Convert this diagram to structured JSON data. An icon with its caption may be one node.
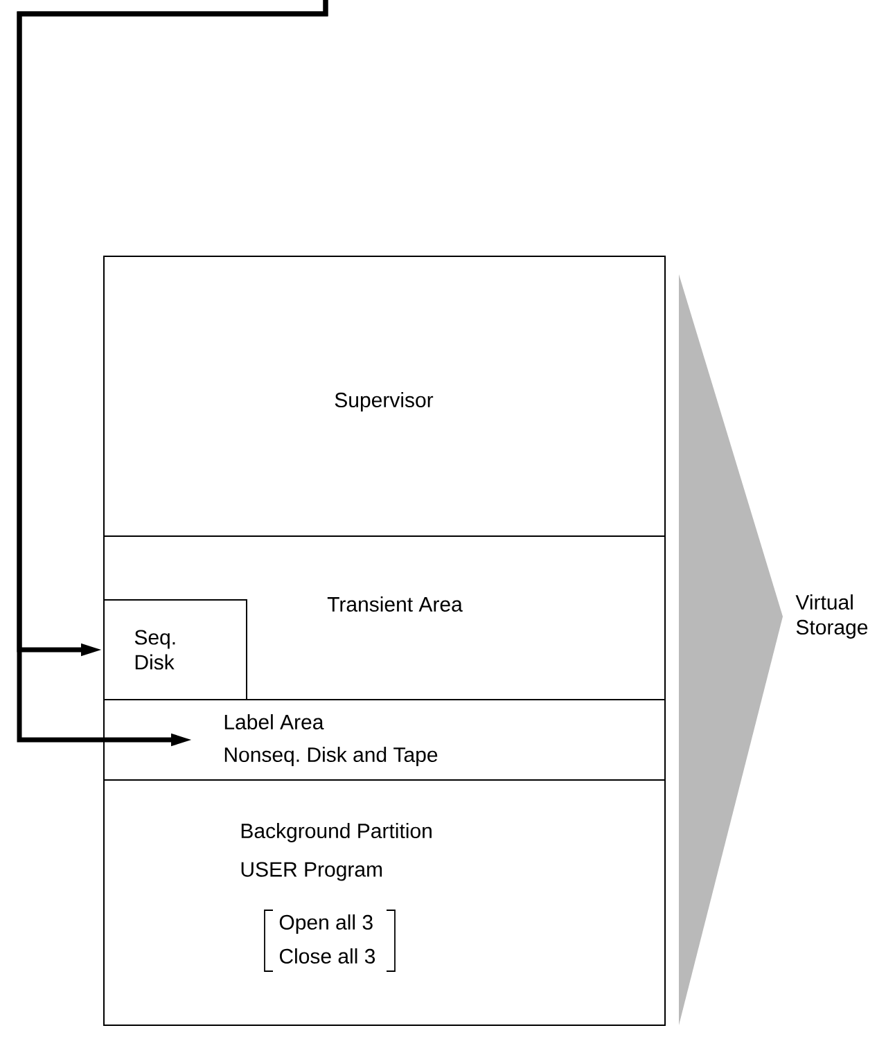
{
  "diagram": {
    "nodes": [
      {
        "text": [
          "Supervisor"
        ]
      },
      {
        "text": [
          "Transient Area"
        ]
      },
      {
        "text": [
          "Seq. Disk"
        ],
        "in": 1
      },
      {
        "text": [
          "Label Area",
          "Nonseq. Disk and Tape"
        ]
      },
      {
        "text": [
          "Background Partition",
          "USER Program",
          "Open all 3",
          "Close all 3"
        ]
      },
      {
        "text": [
          "Virtual Storage"
        ]
      }
    ],
    "edges": [
      {
        "from": null,
        "to": 2,
        "arrow": "to"
      },
      {
        "from": null,
        "to": 3,
        "arrow": "to"
      }
    ]
  }
}
